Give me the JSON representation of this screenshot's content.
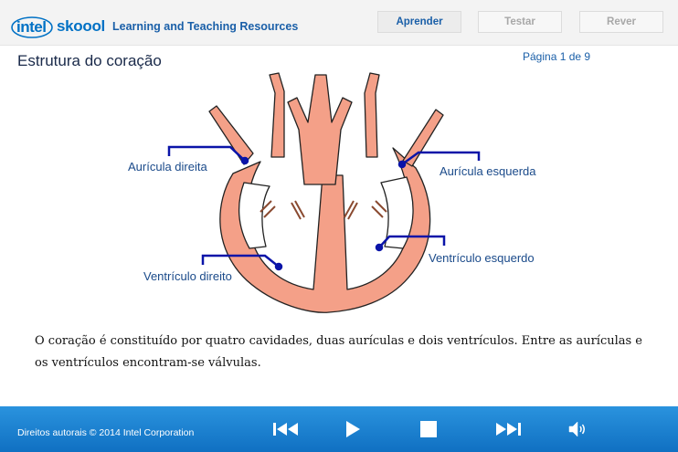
{
  "header": {
    "logo_intel": "intel",
    "logo_skoool": "skoool",
    "logo_tagline": "Learning and Teaching Resources",
    "nav": [
      {
        "label": "Aprender",
        "active": true
      },
      {
        "label": "Testar",
        "active": false
      },
      {
        "label": "Rever",
        "active": false
      }
    ]
  },
  "content": {
    "title": "Estrutura do coração",
    "page_indicator": "Página 1 de 9",
    "labels": {
      "right_atrium": "Aurícula direita",
      "left_atrium": "Aurícula esquerda",
      "right_ventricle": "Ventrículo direito",
      "left_ventricle": "Ventrículo esquerdo"
    },
    "description": "O coração é constituído por quatro cavidades, duas aurículas e dois ventrículos. Entre as aurículas e os ventrículos encontram-se válvulas."
  },
  "footer": {
    "copyright": "Direitos autorais © 2014 Intel Corporation",
    "controls": [
      "first-icon",
      "play-icon",
      "stop-icon",
      "last-icon",
      "audio-icon"
    ]
  },
  "colors": {
    "brand_blue": "#0071c5",
    "heart_fill": "#f4a088",
    "leader_line": "#0a14a8",
    "footer_top": "#2a93de",
    "footer_bottom": "#1070c2"
  }
}
